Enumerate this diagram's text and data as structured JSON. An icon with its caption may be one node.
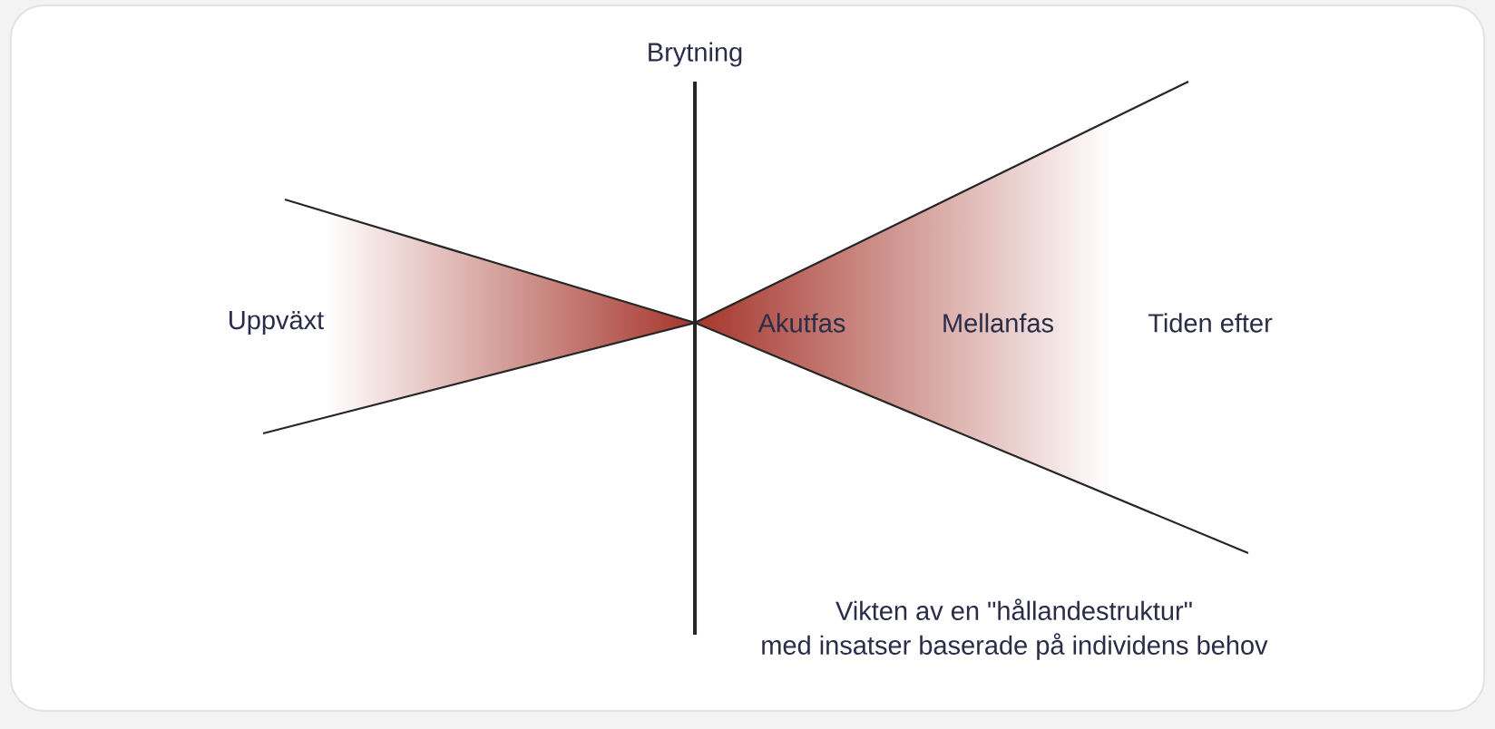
{
  "diagram": {
    "labels": [
      "Brytning",
      "Uppväxt",
      "Akutfas",
      "Mellanfas",
      "Tiden efter",
      "Vikten av en \"hållandestruktur\" med insatser baserade på individens behov"
    ]
  }
}
